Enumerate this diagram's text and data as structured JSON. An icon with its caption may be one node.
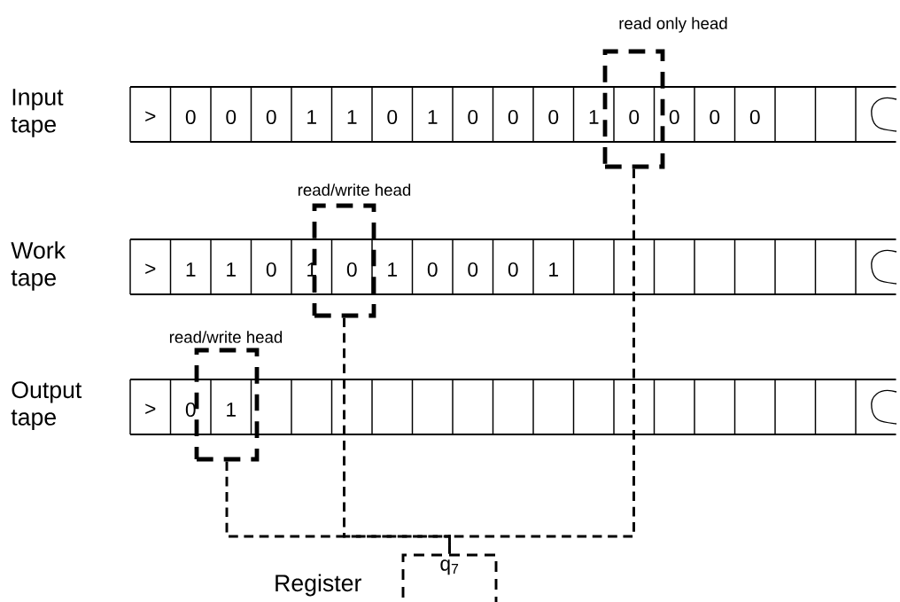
{
  "diagram": {
    "nodes": [
      {
        "text": [
          "0"
        ],
        "beside": [
          "read only head"
        ]
      },
      {
        "text": [
          "0"
        ],
        "beside": [
          "read/write head"
        ]
      },
      {
        "text": [
          "1"
        ],
        "beside": [
          "read/write head"
        ]
      },
      {
        "text": [
          "q$_{7}$"
        ],
        "beside": [
          "Register"
        ]
      }
    ],
    "edges": [
      {
        "from": 2,
        "to": 3,
        "arrow": "none",
        "style": "dashed"
      },
      {
        "from": 1,
        "to": 3,
        "arrow": "none",
        "style": "dashed"
      },
      {
        "from": 0,
        "to": 3,
        "arrow": "none",
        "style": "dashed"
      }
    ],
    "labels": [
      "Input tape",
      ">",
      "0",
      "0",
      "0",
      "1",
      "1",
      "0",
      "1",
      "0",
      "0",
      "0",
      "1",
      "0",
      "0",
      "0",
      "Work tape",
      ">",
      "1",
      "1",
      "0",
      "1",
      "1",
      "0",
      "0",
      "0",
      "1",
      "Output tape",
      ">",
      "0"
    ]
  }
}
